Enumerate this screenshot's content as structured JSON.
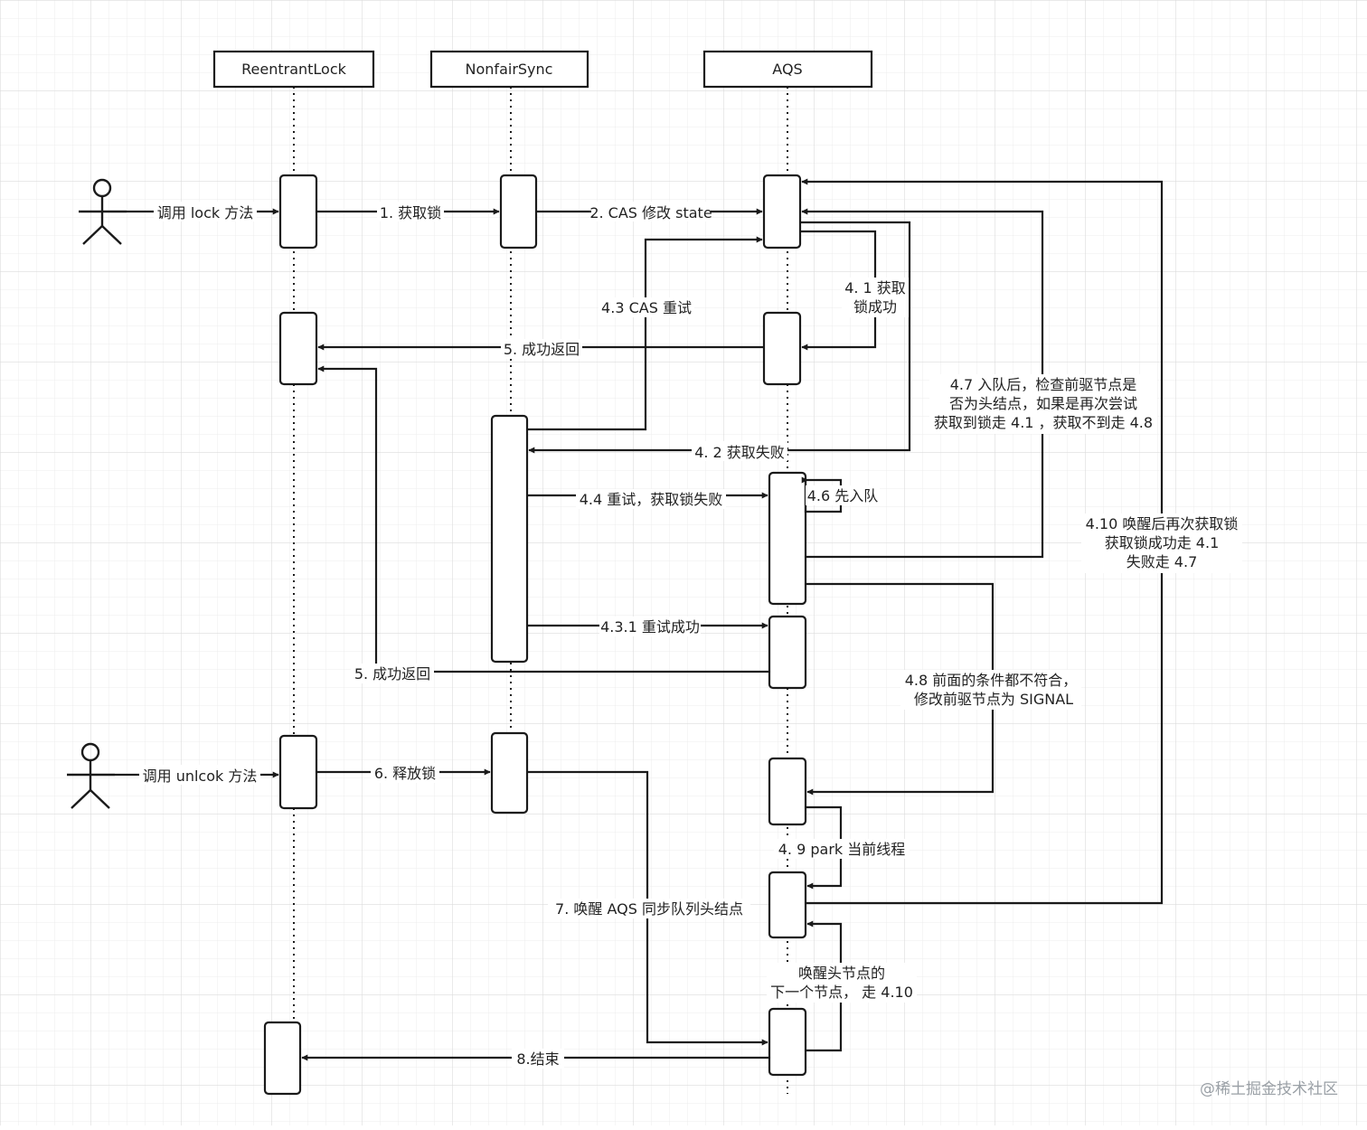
{
  "participants": [
    {
      "id": "rl",
      "label": "ReentrantLock"
    },
    {
      "id": "ns",
      "label": "NonfairSync"
    },
    {
      "id": "aqs",
      "label": "AQS"
    }
  ],
  "messages": {
    "call_lock": "调用 lock 方法",
    "m1": "1. 获取锁",
    "m2": "2. CAS 修改 state",
    "m4_1": [
      "4. 1 获取",
      "锁成功"
    ],
    "m4_3": "4.3 CAS 重试",
    "m5a": "5. 成功返回",
    "m4_7": [
      "4.7 入队后，检查前驱节点是",
      "否为头结点，如果是再次尝试",
      "获取到锁走 4.1 ，获取不到走 4.8"
    ],
    "m4_2": "4. 2 获取失败",
    "m4_6": "4.6 先入队",
    "m4_4": "4.4 重试，获取锁失败",
    "m4_10": [
      "4.10 唤醒后再次获取锁",
      "获取锁成功走 4.1",
      "失败走 4.7"
    ],
    "m4_3_1": "4.3.1 重试成功",
    "m5b": "5. 成功返回",
    "m4_8": [
      "4.8 前面的条件都不符合，",
      "修改前驱节点为 SIGNAL"
    ],
    "call_unlock": "调用 unlcok 方法",
    "m6": "6. 释放锁",
    "m4_9": "4. 9 park 当前线程",
    "m7": "7. 唤醒 AQS 同步队列头结点",
    "wake_next": [
      "唤醒头节点的",
      "下一个节点，  走 4.10"
    ],
    "m8": "8.结束"
  },
  "watermark": "@稀土掘金技术社区",
  "colors": {
    "stroke": "#1a1a1a",
    "grid": "#e4e4e4",
    "background": "#ffffff"
  }
}
